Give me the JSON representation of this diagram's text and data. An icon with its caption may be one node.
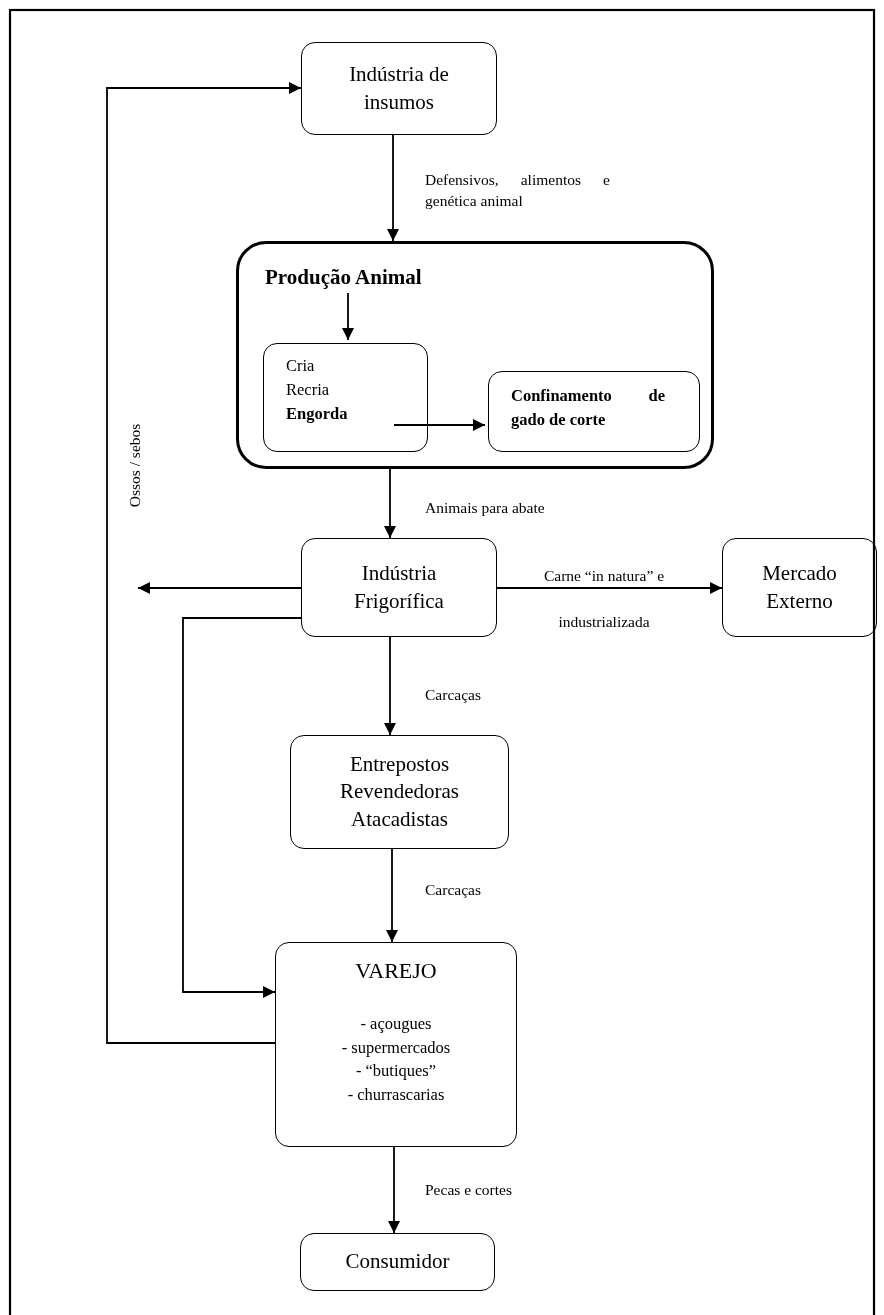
{
  "diagram": {
    "nodes": [
      {
        "text": [
          "Indústria de insumos"
        ]
      },
      {
        "text": [
          "Produção Animal"
        ]
      },
      {
        "text": [
          "Cria",
          "Recria",
          "**Engorda**"
        ],
        "in": 1
      },
      {
        "text": [
          "Confinamento de gado de corte"
        ],
        "in": 1
      },
      {
        "text": [
          "Indústria Frigorífica"
        ]
      },
      {
        "text": [
          "Mercado Externo"
        ]
      },
      {
        "text": [
          "Entrepostos Revendedoras Atacadistas"
        ]
      },
      {
        "text": [
          "VAREJO",
          "- açougues",
          "- supermercados",
          "- “butiques”",
          "- churrascarias"
        ]
      },
      {
        "text": [
          "Consumidor"
        ]
      }
    ],
    "edges": [
      {
        "from": 7,
        "to": 0,
        "arrow": "to",
        "label": "Ossos / sebos"
      },
      {
        "from": 0,
        "to": 1,
        "arrow": "to",
        "label": "Defensivos, alimentos e genética animal"
      },
      {
        "from": 1,
        "to": 2,
        "arrow": "to"
      },
      {
        "from": 2,
        "to": 3,
        "arrow": "to"
      },
      {
        "from": 1,
        "to": 4,
        "arrow": "to",
        "label": "Animais para abate"
      },
      {
        "from": 4,
        "to": null,
        "arrow": "to"
      },
      {
        "from": 4,
        "to": 5,
        "arrow": "to",
        "label": "Carne “in natura” e industrializada"
      },
      {
        "from": 4,
        "to": 7,
        "arrow": "to"
      },
      {
        "from": 4,
        "to": 6,
        "arrow": "to",
        "label": "Carcaças"
      },
      {
        "from": 6,
        "to": 7,
        "arrow": "to",
        "label": "Carcaças"
      },
      {
        "from": 7,
        "to": 8,
        "arrow": "to",
        "label": "Pecas e cortes"
      }
    ]
  }
}
